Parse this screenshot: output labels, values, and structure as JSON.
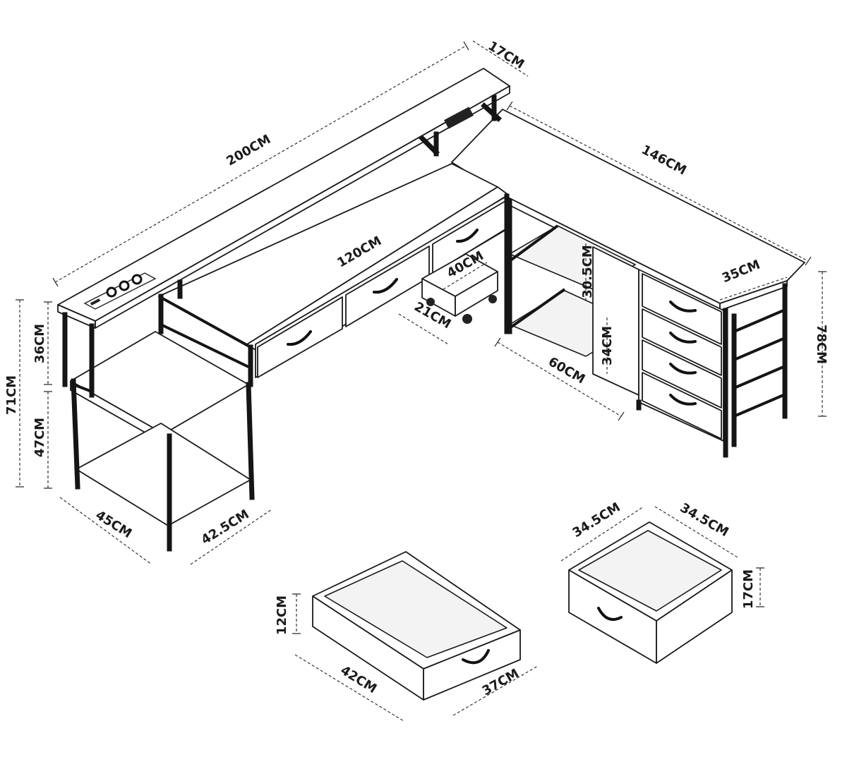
{
  "dimensions": {
    "desk_total_length": "200CM",
    "shelf_depth": "17CM",
    "return_length": "146CM",
    "desk_center_width": "120CM",
    "cabinet_depth": "40CM",
    "cabinet_width": "21CM",
    "return_depth": "35CM",
    "shelf_gap_upper": "30.5CM",
    "shelf_gap_lower": "34CM",
    "open_shelf_width": "60CM",
    "overall_height": "78CM",
    "side_upper_height": "36CM",
    "side_lower_height": "47CM",
    "side_total_height": "71CM",
    "side_depth": "45CM",
    "side_width": "42.5CM",
    "large_drawer_height": "12CM",
    "large_drawer_width": "42CM",
    "large_drawer_depth": "37CM",
    "small_drawer_width": "34.5CM",
    "small_drawer_depth": "34.5CM",
    "small_drawer_height": "17CM"
  }
}
